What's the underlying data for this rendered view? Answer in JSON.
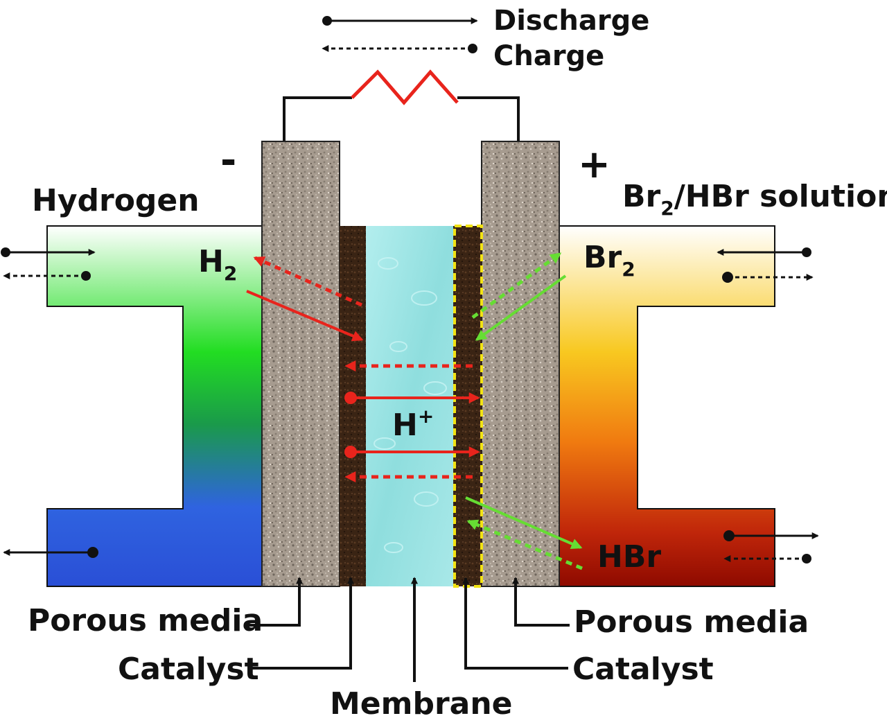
{
  "legend": {
    "discharge_label": "Discharge",
    "charge_label": "Charge"
  },
  "terminals": {
    "negative_sign": "-",
    "positive_sign": "+"
  },
  "labels": {
    "hydrogen": "Hydrogen",
    "br2_hbr_prefix": "Br",
    "br2_hbr_sub": "2",
    "br2_hbr_suffix": "/HBr solution",
    "h2_main": "H",
    "h2_sub": "2",
    "br2_main": "Br",
    "br2_sub": "2",
    "hplus_main": "H",
    "hplus_sup": "+",
    "hbr": "HBr",
    "porous_media_left": "Porous media",
    "porous_media_right": "Porous media",
    "catalyst_left": "Catalyst",
    "catalyst_right": "Catalyst",
    "membrane": "Membrane"
  },
  "colors": {
    "discharge_reaction": "#e8241c",
    "bromine_reaction": "#66dd33",
    "resistor": "#e8241c",
    "catalyst_highlight": "#f2e312",
    "hydrogen_gradient": [
      "#ffffff",
      "#22dd22",
      "#1a9a4a",
      "#2f63e0",
      "#2a4fd6"
    ],
    "bromine_gradient": [
      "#ffffff",
      "#f8c820",
      "#f07a10",
      "#c0260a",
      "#8e0a00"
    ],
    "membrane": "#9ee6e6",
    "catalyst": "#3a2414",
    "porous_media": "#a59a8e"
  }
}
